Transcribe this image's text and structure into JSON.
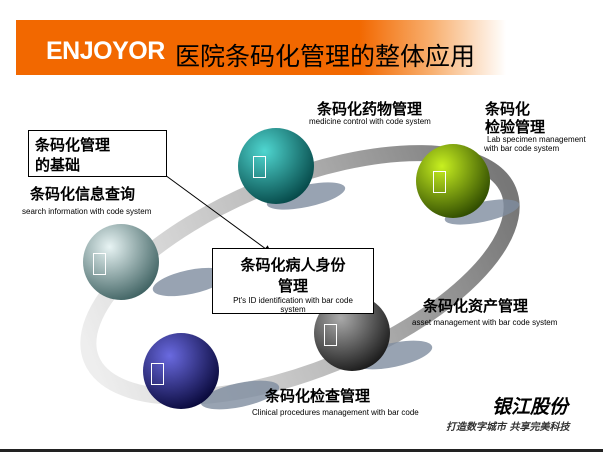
{
  "header": {
    "logo": "ENJOYOR",
    "title": "医院条码化管理的整体应用"
  },
  "base_box": {
    "line1": "条码化管理",
    "line2": "的基础"
  },
  "nodes": {
    "search": {
      "zh": "条码化信息查询",
      "en": "search information with code system"
    },
    "medicine": {
      "zh": "条码化药物管理",
      "en": "medicine control with code system"
    },
    "lab": {
      "zh1": "条码化",
      "zh2": "检验管理",
      "en1": "Lab specimen management",
      "en2": "with bar code system"
    },
    "patient": {
      "zh1": "条码化病人身份",
      "zh2": "管理",
      "en1": "Pt's ID identification with bar code",
      "en2": "system"
    },
    "asset": {
      "zh": "条码化资产管理",
      "en": "asset management with  bar code system"
    },
    "clinical": {
      "zh": "条码化检查管理",
      "en": "Clinical procedures management with bar code"
    }
  },
  "footer": {
    "brand": "银江股份",
    "slogan": "打造数字城市  共享完美科技"
  },
  "colors": {
    "orange": "#f26800",
    "teal": "#0f8f8f",
    "green": "#7aa800",
    "navy": "#1c1c6e"
  }
}
